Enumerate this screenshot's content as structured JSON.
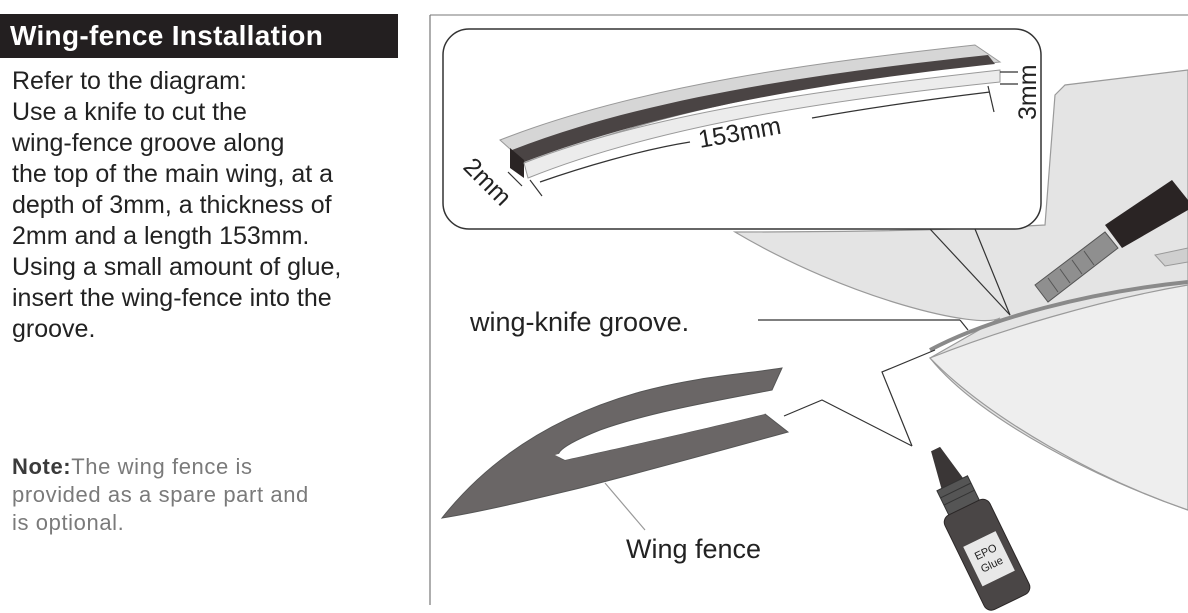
{
  "title": "Wing-fence Installation",
  "instructions": [
    "Refer to the diagram:",
    "Use a knife to cut the",
    "wing-fence groove along",
    "the top of the main wing, at a",
    "depth of 3mm, a thickness of",
    "2mm and a length 153mm.",
    "Using a small amount of glue,",
    "insert the wing-fence into the",
    "groove."
  ],
  "note": {
    "label": "Note:",
    "lines": [
      "The wing fence is",
      "provided as a spare part and",
      "is optional."
    ]
  },
  "diagram": {
    "dim_length": "153mm",
    "dim_thickness": "2mm",
    "dim_depth": "3mm",
    "groove_label": "wing-knife groove.",
    "fence_label": "Wing fence",
    "glue_line1": "EPO",
    "glue_line2": "Glue"
  }
}
